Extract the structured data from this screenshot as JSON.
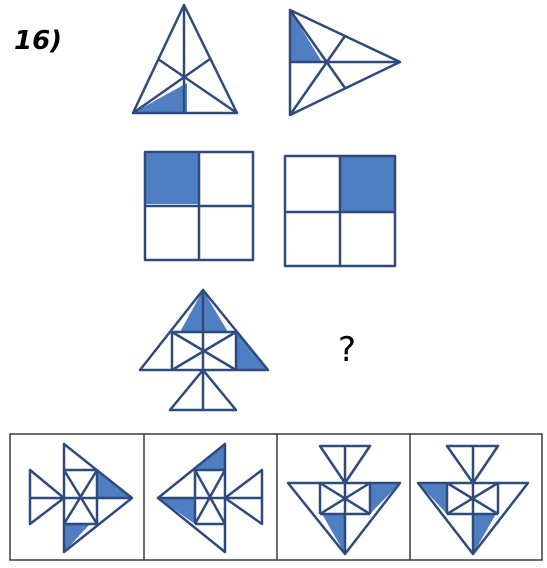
{
  "question": {
    "number_label": "16)",
    "missing_label": "?"
  },
  "colors": {
    "stroke": "#2f4b7c",
    "fill": "#4f7fc2",
    "background": "#ffffff",
    "option_border": "#3a3a3a"
  },
  "rows": [
    {
      "pair": [
        "triangle-up-shaded-bottom-left",
        "triangle-right-shaded-top-left"
      ]
    },
    {
      "pair": [
        "square-shaded-top-left",
        "square-shaded-top-right"
      ]
    },
    {
      "pair": [
        "fish-up-shaded",
        "missing"
      ]
    }
  ],
  "options": [
    {
      "id": "A",
      "shape": "fish-right"
    },
    {
      "id": "B",
      "shape": "fish-left"
    },
    {
      "id": "C",
      "shape": "fish-down"
    },
    {
      "id": "D",
      "shape": "fish-down-mirror"
    }
  ]
}
